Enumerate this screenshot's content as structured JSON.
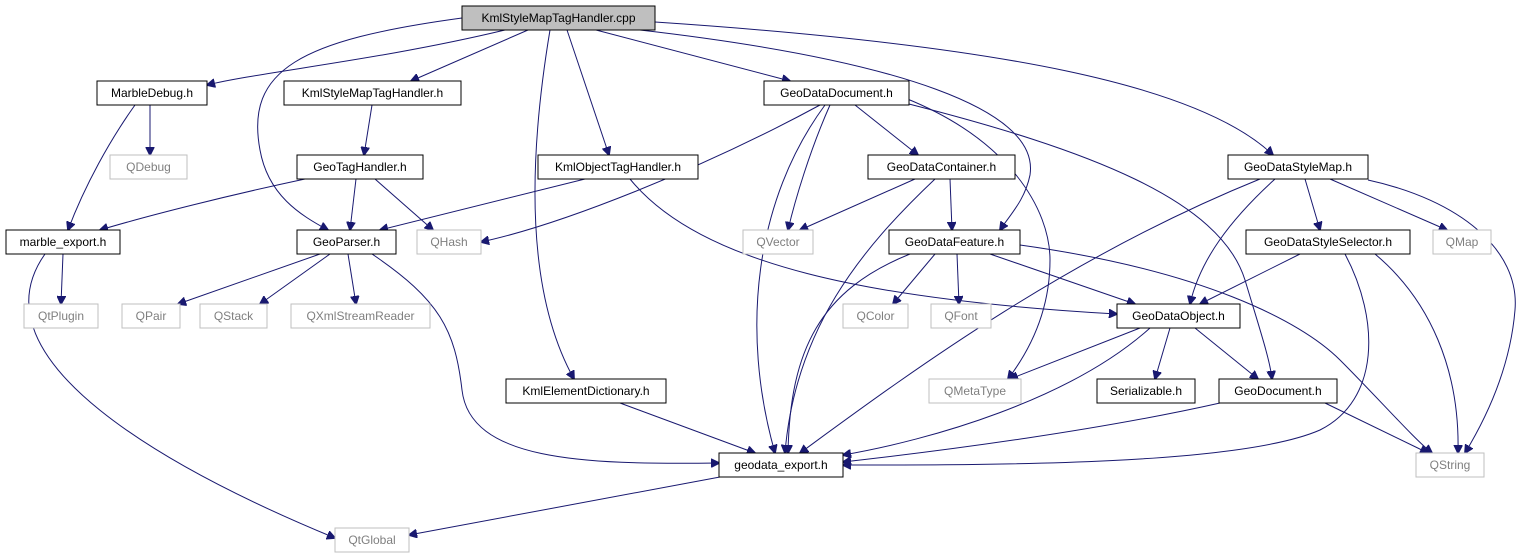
{
  "colors": {
    "edge": "#191970",
    "root_fill": "#bfbfbf",
    "node_border": "#000000",
    "external_border": "#bfbfbf",
    "external_text": "#7f7f7f"
  },
  "nodes": {
    "root": "KmlStyleMapTagHandler.cpp",
    "marble_debug": "MarbleDebug.h",
    "kml_style_map_tag_handler_h": "KmlStyleMapTagHandler.h",
    "geo_data_document": "GeoDataDocument.h",
    "geo_data_style_map": "GeoDataStyleMap.h",
    "qdebug": "QDebug",
    "geo_tag_handler": "GeoTagHandler.h",
    "kml_object_tag_handler": "KmlObjectTagHandler.h",
    "geo_data_container": "GeoDataContainer.h",
    "marble_export": "marble_export.h",
    "geo_parser": "GeoParser.h",
    "qhash": "QHash",
    "qvector": "QVector",
    "geo_data_feature": "GeoDataFeature.h",
    "geo_data_style_selector": "GeoDataStyleSelector.h",
    "qmap": "QMap",
    "qt_plugin": "QtPlugin",
    "qpair": "QPair",
    "qstack": "QStack",
    "qxml_stream_reader": "QXmlStreamReader",
    "qcolor": "QColor",
    "qfont": "QFont",
    "geo_data_object": "GeoDataObject.h",
    "kml_element_dictionary": "KmlElementDictionary.h",
    "qmeta_type": "QMetaType",
    "serializable": "Serializable.h",
    "geo_document": "GeoDocument.h",
    "geodata_export": "geodata_export.h",
    "qstring": "QString",
    "qt_global": "QtGlobal"
  },
  "edges": [
    [
      "root",
      "marble_debug"
    ],
    [
      "root",
      "kml_style_map_tag_handler_h"
    ],
    [
      "root",
      "geo_data_document"
    ],
    [
      "root",
      "geo_data_style_map"
    ],
    [
      "root",
      "geo_parser"
    ],
    [
      "root",
      "kml_object_tag_handler"
    ],
    [
      "root",
      "kml_element_dictionary"
    ],
    [
      "root",
      "geo_data_feature"
    ],
    [
      "marble_debug",
      "qdebug"
    ],
    [
      "marble_debug",
      "marble_export"
    ],
    [
      "kml_style_map_tag_handler_h",
      "geo_tag_handler"
    ],
    [
      "geo_tag_handler",
      "marble_export"
    ],
    [
      "geo_tag_handler",
      "geo_parser"
    ],
    [
      "geo_tag_handler",
      "qhash"
    ],
    [
      "kml_object_tag_handler",
      "geo_parser"
    ],
    [
      "kml_object_tag_handler",
      "geo_data_object"
    ],
    [
      "marble_export",
      "qt_plugin"
    ],
    [
      "marble_export",
      "qt_global"
    ],
    [
      "geo_parser",
      "qpair"
    ],
    [
      "geo_parser",
      "qstack"
    ],
    [
      "geo_parser",
      "qxml_stream_reader"
    ],
    [
      "geo_parser",
      "geodata_export"
    ],
    [
      "geo_data_document",
      "qhash"
    ],
    [
      "geo_data_document",
      "qvector"
    ],
    [
      "geo_data_document",
      "geo_data_container"
    ],
    [
      "geo_data_document",
      "geodata_export"
    ],
    [
      "geo_data_document",
      "qmeta_type"
    ],
    [
      "geo_data_document",
      "geo_document"
    ],
    [
      "geo_data_container",
      "qvector"
    ],
    [
      "geo_data_container",
      "geo_data_feature"
    ],
    [
      "geo_data_container",
      "geodata_export"
    ],
    [
      "geo_data_feature",
      "qcolor"
    ],
    [
      "geo_data_feature",
      "qfont"
    ],
    [
      "geo_data_feature",
      "geo_data_object"
    ],
    [
      "geo_data_feature",
      "geodata_export"
    ],
    [
      "geo_data_feature",
      "qstring"
    ],
    [
      "geo_data_style_map",
      "geo_data_style_selector"
    ],
    [
      "geo_data_style_map",
      "qmap"
    ],
    [
      "geo_data_style_map",
      "qstring"
    ],
    [
      "geo_data_style_map",
      "geo_data_object"
    ],
    [
      "geo_data_style_map",
      "geodata_export"
    ],
    [
      "geo_data_style_selector",
      "geo_data_object"
    ],
    [
      "geo_data_style_selector",
      "qstring"
    ],
    [
      "geo_data_style_selector",
      "geodata_export"
    ],
    [
      "geo_data_object",
      "qmeta_type"
    ],
    [
      "geo_data_object",
      "serializable"
    ],
    [
      "geo_data_object",
      "geo_document"
    ],
    [
      "geo_data_object",
      "geodata_export"
    ],
    [
      "geo_document",
      "geodata_export"
    ],
    [
      "geo_document",
      "qstring"
    ],
    [
      "kml_element_dictionary",
      "geodata_export"
    ],
    [
      "geodata_export",
      "qt_global"
    ]
  ]
}
